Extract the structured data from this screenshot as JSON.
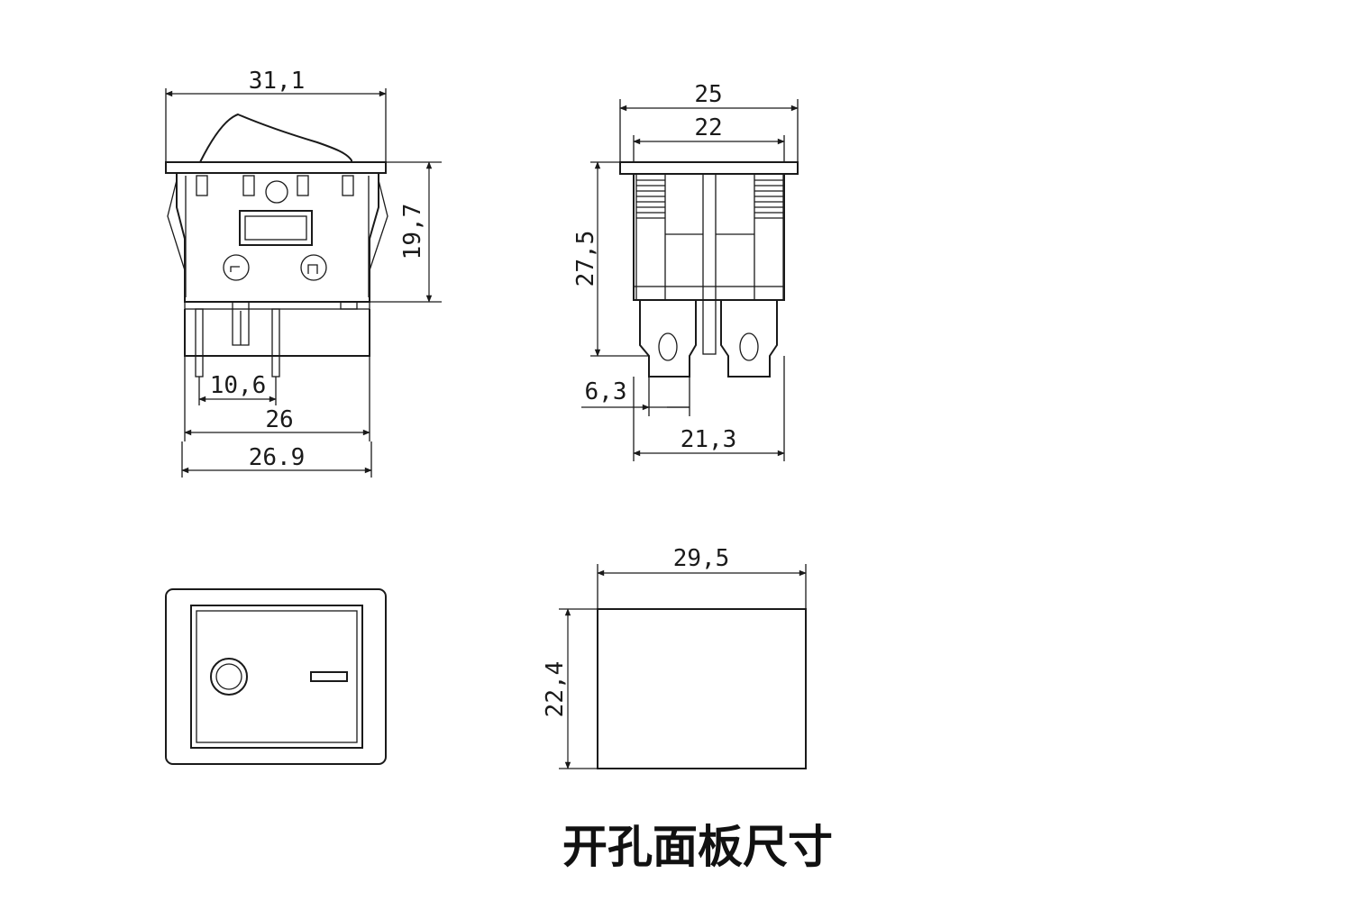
{
  "front_view": {
    "width_top": "31,1",
    "height_body": "19,7",
    "pin_spacing": "10,6",
    "width_base": "26",
    "width_outer": "26.9"
  },
  "side_view": {
    "width_outer": "25",
    "width_inner": "22",
    "height": "27,5",
    "terminal_width": "6,3",
    "base_width": "21,3"
  },
  "cutout_view": {
    "width": "29,5",
    "height": "22,4"
  },
  "caption": "开孔面板尺寸"
}
